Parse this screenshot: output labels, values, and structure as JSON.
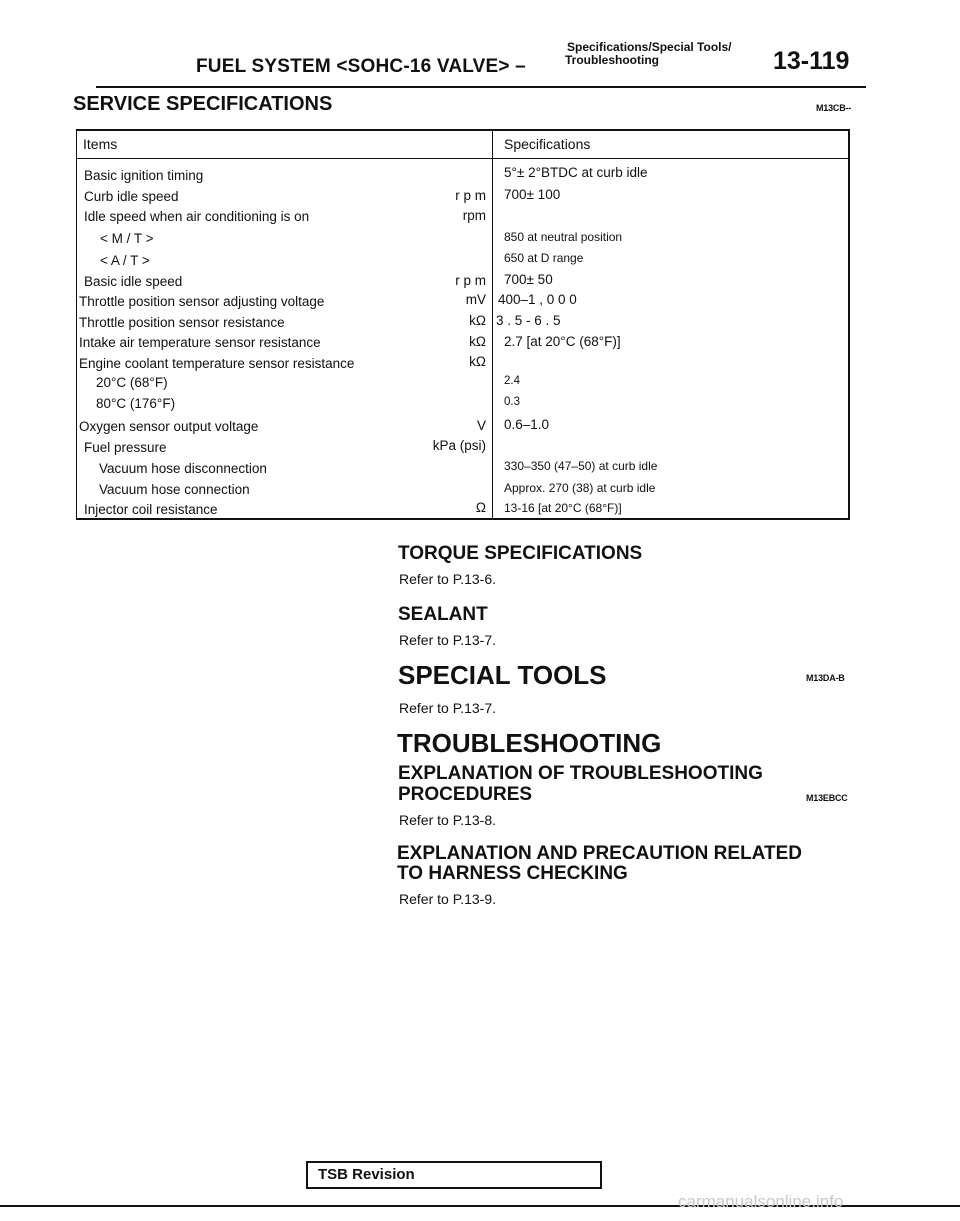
{
  "header": {
    "title": "FUEL SYSTEM <SOHC-16 VALVE> –",
    "subtitle_line1": "Specifications/Special Tools/",
    "subtitle_line2": "Troubleshooting",
    "page_number": "13-119"
  },
  "service_specifications": {
    "title": "SERVICE SPECIFICATIONS",
    "code": "M13CB--",
    "columns": {
      "items": "Items",
      "specifications": "Specifications"
    },
    "rows": [
      {
        "item": "Basic ignition timing",
        "unit": "",
        "value": "5°± 2°BTDC at curb idle"
      },
      {
        "item": "Curb idle speed",
        "unit": "r p m",
        "value": "700± 100"
      },
      {
        "item": "Idle speed when air conditioning is on",
        "unit": "rpm",
        "value": ""
      },
      {
        "item": "< M / T >",
        "unit": "",
        "value": "850 at neutral position"
      },
      {
        "item": "< A / T >",
        "unit": "",
        "value": "650 at D range"
      },
      {
        "item": "Basic idle speed",
        "unit": "r p m",
        "value": "700± 50"
      },
      {
        "item": "Throttle position sensor adjusting voltage",
        "unit": "mV",
        "value": "400–1 , 0 0 0"
      },
      {
        "item": "Throttle position sensor resistance",
        "unit": "kΩ",
        "value": "3 . 5 - 6 . 5"
      },
      {
        "item": "Intake air temperature sensor resistance",
        "unit": "kΩ",
        "value": "2.7 [at 20°C (68°F)]"
      },
      {
        "item": "Engine coolant temperature sensor resistance",
        "unit": "kΩ",
        "value": ""
      },
      {
        "item": "20°C (68°F)",
        "unit": "",
        "value": "2.4"
      },
      {
        "item": "80°C (176°F)",
        "unit": "",
        "value": "0.3"
      },
      {
        "item": "Oxygen sensor output voltage",
        "unit": "V",
        "value": "0.6–1.0"
      },
      {
        "item": "Fuel pressure",
        "unit": "kPa (psi)",
        "value": ""
      },
      {
        "item": "Vacuum hose disconnection",
        "unit": "",
        "value": "330–350 (47–50) at curb idle"
      },
      {
        "item": "Vacuum hose connection",
        "unit": "",
        "value": "Approx. 270 (38) at curb idle"
      },
      {
        "item": "Injector coil resistance",
        "unit": "Ω",
        "value": "13-16 [at 20°C (68°F)]"
      }
    ]
  },
  "torque": {
    "title": "TORQUE SPECIFICATIONS",
    "refer": "Refer to P.13-6."
  },
  "sealant": {
    "title": "SEALANT",
    "refer": "Refer to P.13-7."
  },
  "special_tools": {
    "title": "SPECIAL TOOLS",
    "code": "M13DA-B",
    "refer": "Refer to P.13-7."
  },
  "troubleshooting": {
    "title": "TROUBLESHOOTING",
    "explanation_title_line1": "EXPLANATION OF TROUBLESHOOTING",
    "explanation_title_line2": "PROCEDURES",
    "explanation_code": "M13EBCC",
    "explanation_refer": "Refer to P.13-8.",
    "harness_title_line1": "EXPLANATION AND PRECAUTION RELATED",
    "harness_title_line2": "TO HARNESS CHECKING",
    "harness_refer": "Refer to P.13-9."
  },
  "footer": {
    "tsb": "TSB Revision",
    "watermark": "carmanualsonline.info"
  }
}
